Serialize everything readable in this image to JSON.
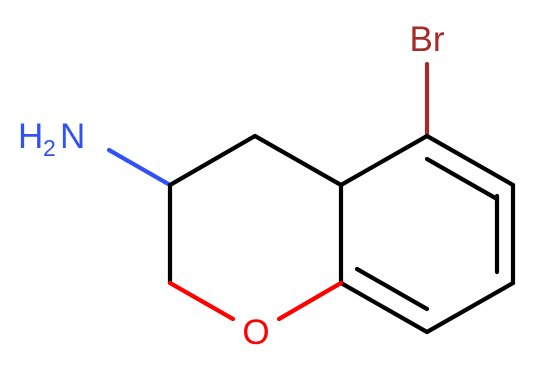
{
  "molecule": {
    "colors": {
      "bond": "#000000",
      "bromine": "#a52a2a",
      "oxygen": "#ff0000",
      "nitrogen": "#3050f8"
    },
    "labels": {
      "bromine": "Br",
      "oxygen": "O",
      "amine_h": "H",
      "amine_h_count": "2",
      "amine_n": "N"
    }
  }
}
